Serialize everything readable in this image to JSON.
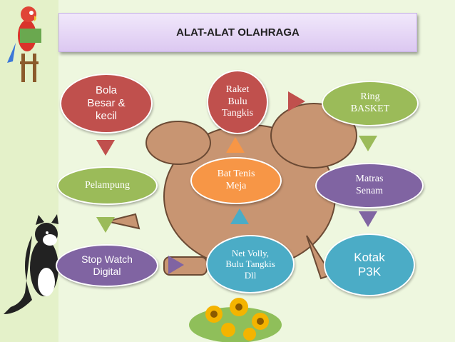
{
  "title": "ALAT-ALAT OLAHRAGA",
  "nodes": {
    "bola": "Bola\nBesar &\nkecil",
    "raket": "Raket\nBulu\nTangkis",
    "ring": "Ring\nBASKET",
    "pelampung": "Pelampung",
    "bat_tenis": "Bat Tenis\nMeja",
    "matras": "Matras\nSenam",
    "stopwatch": "Stop Watch\nDigital",
    "net_volly": "Net Volly,\nBulu Tangkis\nDll",
    "kotak": "Kotak\nP3K"
  },
  "colors": {
    "red": "#c0504d",
    "green": "#9bbb59",
    "purple": "#8064a2",
    "orange": "#f79646",
    "blue": "#4bacc6"
  }
}
